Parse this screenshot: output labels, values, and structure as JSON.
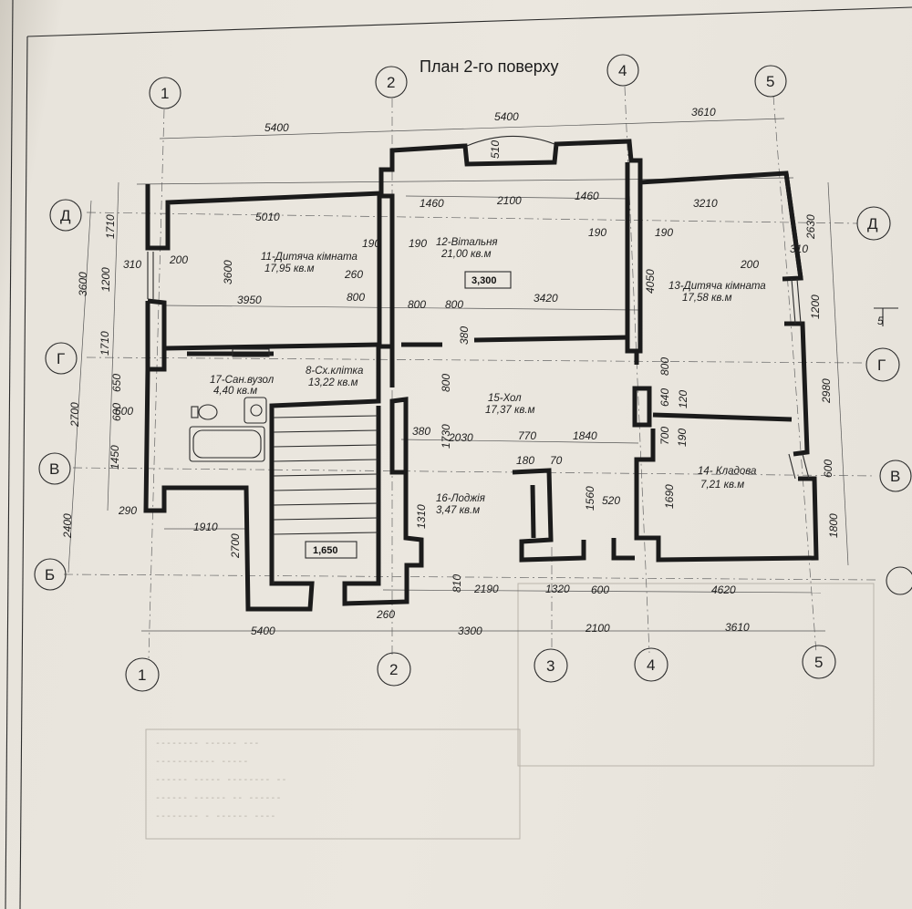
{
  "title": "План 2-го поверху",
  "axes_columns": [
    "1",
    "2",
    "3",
    "4",
    "5"
  ],
  "axes_rows": [
    "Д",
    "Г",
    "В",
    "Б"
  ],
  "rooms": [
    {
      "name": "11-Дитяча кімната",
      "area": "17,95 кв.м"
    },
    {
      "name": "12-Вітальня",
      "area": "21,00 кв.м"
    },
    {
      "name": "13-Дитяча кімната",
      "area": "17,58 кв.м"
    },
    {
      "name": "17-Сан.вузол",
      "area": "4,40 кв.м"
    },
    {
      "name": "8-Сх.клітка",
      "area": "13,22 кв.м"
    },
    {
      "name": "15-Хол",
      "area": "17,37 кв.м"
    },
    {
      "name": "16-Лоджія",
      "area": "3,47 кв.м"
    },
    {
      "name": "14- Кладова",
      "area": "7,21 кв.м"
    }
  ],
  "levels": [
    "3,300",
    "1,650"
  ],
  "dims": {
    "top_1": "5400",
    "top_2": "5400",
    "top_3": "3610",
    "bot_1": "5400",
    "bot_2": "3300",
    "bot_3": "2100",
    "bot_4": "3610",
    "mid_1460a": "1460",
    "mid_2100": "2100",
    "mid_1460b": "1460",
    "mid_3210": "3210",
    "d5010": "5010",
    "d3950": "3950",
    "d800a": "800",
    "d800b": "800",
    "d800c": "800",
    "d3420": "3420",
    "d200a": "200",
    "d310a": "310",
    "d190a": "190",
    "d190b": "190",
    "d190c": "190",
    "d190d": "190",
    "d260a": "260",
    "d510": "510",
    "d200b": "200",
    "d310b": "310",
    "d3600": "3600",
    "d4050": "4050",
    "d2630": "2630",
    "d1200r": "1200",
    "d2980": "2980",
    "d600r": "600",
    "d1800": "1800",
    "d1710a": "1710",
    "d1200l": "1200",
    "d1710b": "1710",
    "d3600l": "3600",
    "d650": "650",
    "d600l": "600",
    "d2700l": "2700",
    "d1450": "1450",
    "d2400": "2400",
    "d600s": "600",
    "d290": "290",
    "d1910": "1910",
    "d2700b": "2700",
    "d380a": "380",
    "d800h": "800",
    "d380b": "380",
    "d1730": "1730",
    "d2030": "2030",
    "d770": "770",
    "d1840": "1840",
    "d180": "180",
    "d70": "70",
    "d1310": "1310",
    "d1560": "1560",
    "d520": "520",
    "d1690": "1690",
    "d700": "700",
    "d640": "640",
    "d120": "120",
    "d800k": "800",
    "d810": "810",
    "d2190": "2190",
    "d1320": "1320",
    "d600b": "600",
    "d4620": "4620",
    "d260b": "260"
  },
  "section_mark": "5"
}
